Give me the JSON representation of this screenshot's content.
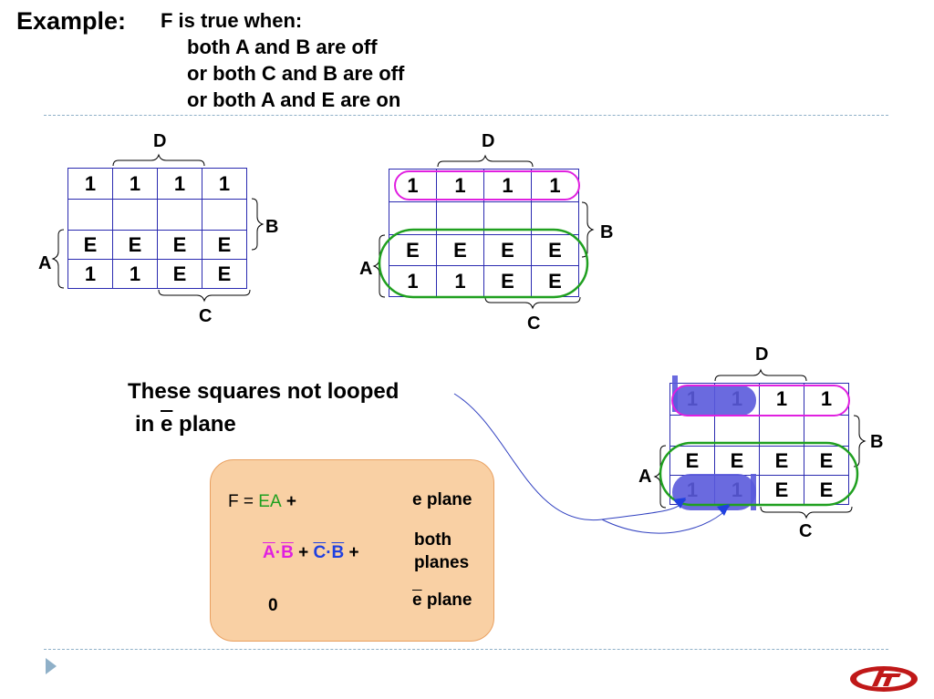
{
  "header": {
    "title": "Example:",
    "lines": [
      "F is true when:",
      "both A and B are off",
      "or both C and B are off",
      "or both A and E are on"
    ]
  },
  "kmaps": {
    "rows": [
      [
        "1",
        "1",
        "1",
        "1"
      ],
      [
        "",
        "",
        "",
        ""
      ],
      [
        "E",
        "E",
        "E",
        "E"
      ],
      [
        "1",
        "1",
        "E",
        "E"
      ]
    ],
    "labels": {
      "a": "A",
      "b": "B",
      "c": "C",
      "d": "D"
    }
  },
  "note": {
    "line1": "These squares not looped",
    "line2_prefix": "in ",
    "line2_var": "e",
    "line2_suffix": " plane"
  },
  "formula": {
    "f_eq": "F = ",
    "ea": "EA",
    "plus": " +",
    "ab_a": "A",
    "ab_dot": "·",
    "ab_b": "B",
    "mid_plus": " + ",
    "cb_c": "C",
    "cb_dot": "·",
    "cb_b": "B",
    "end_plus": " +",
    "zero": "0",
    "brace1": "e plane",
    "brace2a": "both",
    "brace2b": "planes",
    "brace3_var": "e",
    "brace3_rest": " plane"
  },
  "colors": {
    "grid": "#2a2ab0",
    "magenta": "#e020e0",
    "green": "#20a020",
    "blue": "#2040e0",
    "fill": "#5a5adc",
    "ea_green": "#20a020"
  },
  "icons": [
    "nav-arrow-icon",
    "logo-icon"
  ]
}
